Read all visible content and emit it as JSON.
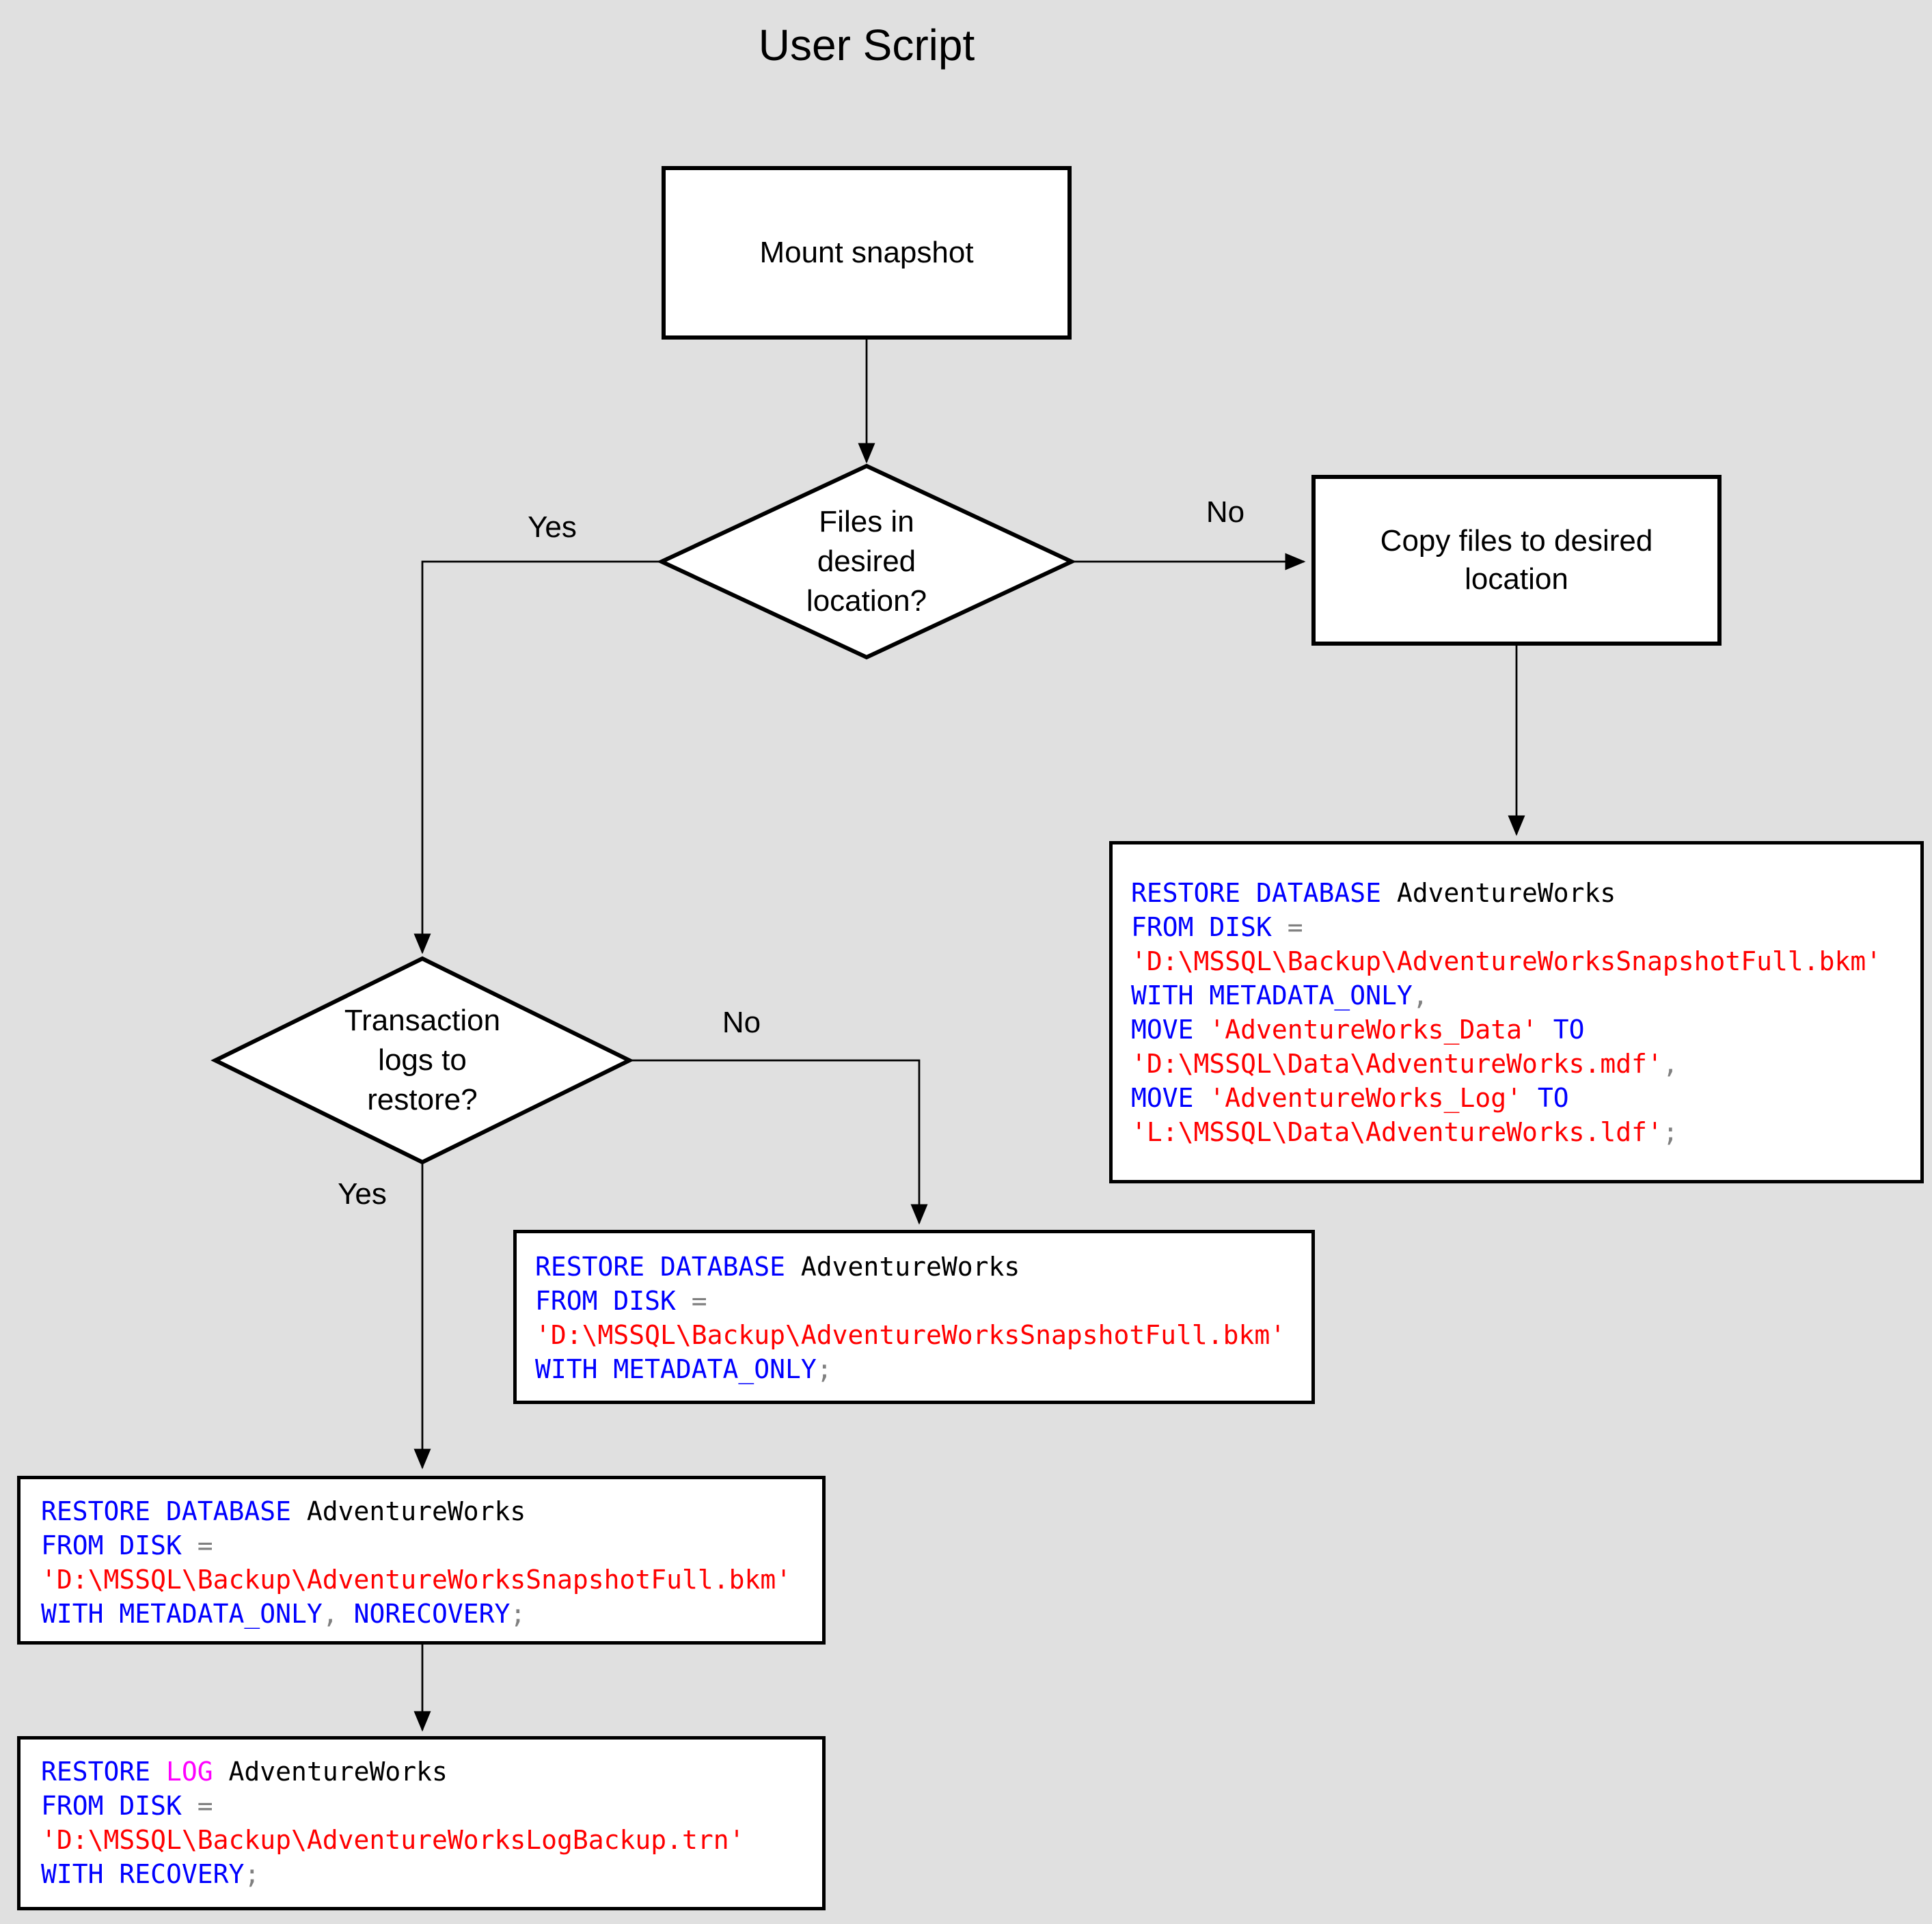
{
  "title": "User Script",
  "colors": {
    "background": "#E0E0E0",
    "shape-fill": "#FFFFFF",
    "line": "#000000",
    "keyword": "#0000FF",
    "string": "#FF0000",
    "identifier": "#000000",
    "punctuation": "#808080",
    "log-keyword": "#FF00FF"
  },
  "nodes": {
    "mount": {
      "label": "Mount snapshot"
    },
    "decision_files": {
      "lines": [
        "Files in",
        "desired",
        "location?"
      ]
    },
    "copy": {
      "lines": [
        "Copy files to desired",
        "location"
      ]
    },
    "decision_logs": {
      "lines": [
        "Transaction",
        "logs to",
        "restore?"
      ]
    }
  },
  "edge_labels": {
    "files_yes": "Yes",
    "files_no": "No",
    "logs_no": "No",
    "logs_yes": "Yes"
  },
  "code_blocks": {
    "restore_move": {
      "lines": [
        [
          {
            "t": "RESTORE DATABASE",
            "c": "kw"
          },
          {
            "t": " AdventureWorks",
            "c": "id"
          }
        ],
        [
          {
            "t": "FROM DISK",
            "c": "kw"
          },
          {
            "t": " =",
            "c": "pu"
          }
        ],
        [
          {
            "t": "'D:\\MSSQL\\Backup\\AdventureWorksSnapshotFull.bkm'",
            "c": "str"
          }
        ],
        [
          {
            "t": "WITH METADATA_ONLY",
            "c": "kw"
          },
          {
            "t": ",",
            "c": "pu"
          }
        ],
        [
          {
            "t": "MOVE",
            "c": "kw"
          },
          {
            "t": " 'AdventureWorks_Data'",
            "c": "str"
          },
          {
            "t": " TO",
            "c": "kw"
          }
        ],
        [
          {
            "t": "'D:\\MSSQL\\Data\\AdventureWorks.mdf'",
            "c": "str"
          },
          {
            "t": ",",
            "c": "pu"
          }
        ],
        [
          {
            "t": "MOVE",
            "c": "kw"
          },
          {
            "t": " 'AdventureWorks_Log'",
            "c": "str"
          },
          {
            "t": " TO",
            "c": "kw"
          }
        ],
        [
          {
            "t": "'L:\\MSSQL\\Data\\AdventureWorks.ldf'",
            "c": "str"
          },
          {
            "t": ";",
            "c": "pu"
          }
        ]
      ]
    },
    "restore_metadata": {
      "lines": [
        [
          {
            "t": "RESTORE DATABASE",
            "c": "kw"
          },
          {
            "t": " AdventureWorks",
            "c": "id"
          }
        ],
        [
          {
            "t": "FROM DISK",
            "c": "kw"
          },
          {
            "t": " =",
            "c": "pu"
          }
        ],
        [
          {
            "t": "'D:\\MSSQL\\Backup\\AdventureWorksSnapshotFull.bkm'",
            "c": "str"
          }
        ],
        [
          {
            "t": "WITH METADATA_ONLY",
            "c": "kw"
          },
          {
            "t": ";",
            "c": "pu"
          }
        ]
      ]
    },
    "restore_norecovery": {
      "lines": [
        [
          {
            "t": "RESTORE DATABASE",
            "c": "kw"
          },
          {
            "t": " AdventureWorks",
            "c": "id"
          }
        ],
        [
          {
            "t": "FROM DISK",
            "c": "kw"
          },
          {
            "t": " =",
            "c": "pu"
          }
        ],
        [
          {
            "t": "'D:\\MSSQL\\Backup\\AdventureWorksSnapshotFull.bkm'",
            "c": "str"
          }
        ],
        [
          {
            "t": "WITH METADATA_ONLY",
            "c": "kw"
          },
          {
            "t": ", ",
            "c": "pu"
          },
          {
            "t": "NORECOVERY",
            "c": "kw"
          },
          {
            "t": ";",
            "c": "pu"
          }
        ]
      ]
    },
    "restore_log": {
      "lines": [
        [
          {
            "t": "RESTORE",
            "c": "kw"
          },
          {
            "t": " LOG",
            "c": "log"
          },
          {
            "t": " AdventureWorks",
            "c": "id"
          }
        ],
        [
          {
            "t": "FROM DISK",
            "c": "kw"
          },
          {
            "t": " =",
            "c": "pu"
          }
        ],
        [
          {
            "t": "'D:\\MSSQL\\Backup\\AdventureWorksLogBackup.trn'",
            "c": "str"
          }
        ],
        [
          {
            "t": "WITH RECOVERY",
            "c": "kw"
          },
          {
            "t": ";",
            "c": "pu"
          }
        ]
      ]
    }
  }
}
